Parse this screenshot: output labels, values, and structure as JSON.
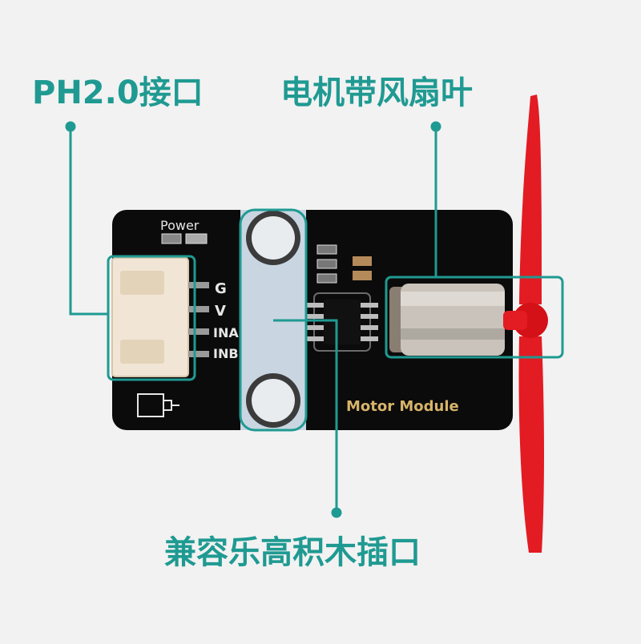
{
  "callouts": {
    "ph_interface": "PH2.0接口",
    "motor_fan": "电机带风扇叶",
    "lego_socket": "兼容乐高积木插口"
  },
  "board": {
    "power_label": "Power",
    "pin_labels": [
      "G",
      "V",
      "INA",
      "INB"
    ],
    "module_name": "Motor Module"
  },
  "colors": {
    "callout": "#1f9a92",
    "board": "#0b0b0b",
    "fan": "#e31b23",
    "silk": "#d7b46a"
  }
}
